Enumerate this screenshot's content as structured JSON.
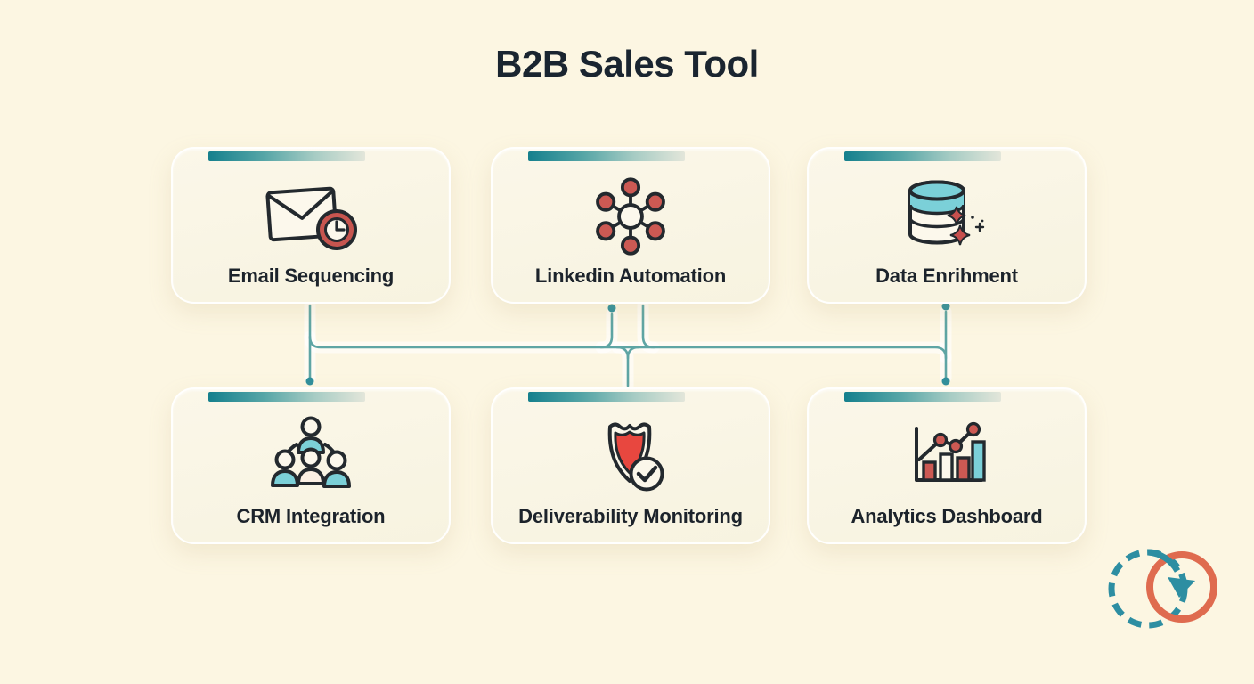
{
  "title": "B2B Sales Tool",
  "cards": [
    {
      "label": "Email Sequencing",
      "icon": "email-clock-icon"
    },
    {
      "label": "Linkedin Automation",
      "icon": "network-hub-icon"
    },
    {
      "label": "Data Enrihment",
      "icon": "database-sparkle-icon"
    },
    {
      "label": "CRM Integration",
      "icon": "people-org-icon"
    },
    {
      "label": "Deliverability Monitoring",
      "icon": "shield-check-icon"
    },
    {
      "label": "Analytics Dashboard",
      "icon": "bar-chart-icon"
    }
  ],
  "logo": {
    "icon": "sync-arrow-circles-logo"
  },
  "colors": {
    "background": "#FCF6E2",
    "card_background": "#F9F5E6",
    "accent_bar_start": "#15808D",
    "accent_bar_end": "#E3E6DA",
    "connector_line": "#5EA5A4",
    "connector_dot": "#2F8F9C",
    "icon_red": "#CC5953",
    "icon_teal": "#7BD0D8",
    "icon_outline": "#23292E",
    "title_text": "#1A2530",
    "label_text": "#1C232B",
    "logo_teal": "#2D8EA2",
    "logo_orange": "#DF6B4F"
  }
}
